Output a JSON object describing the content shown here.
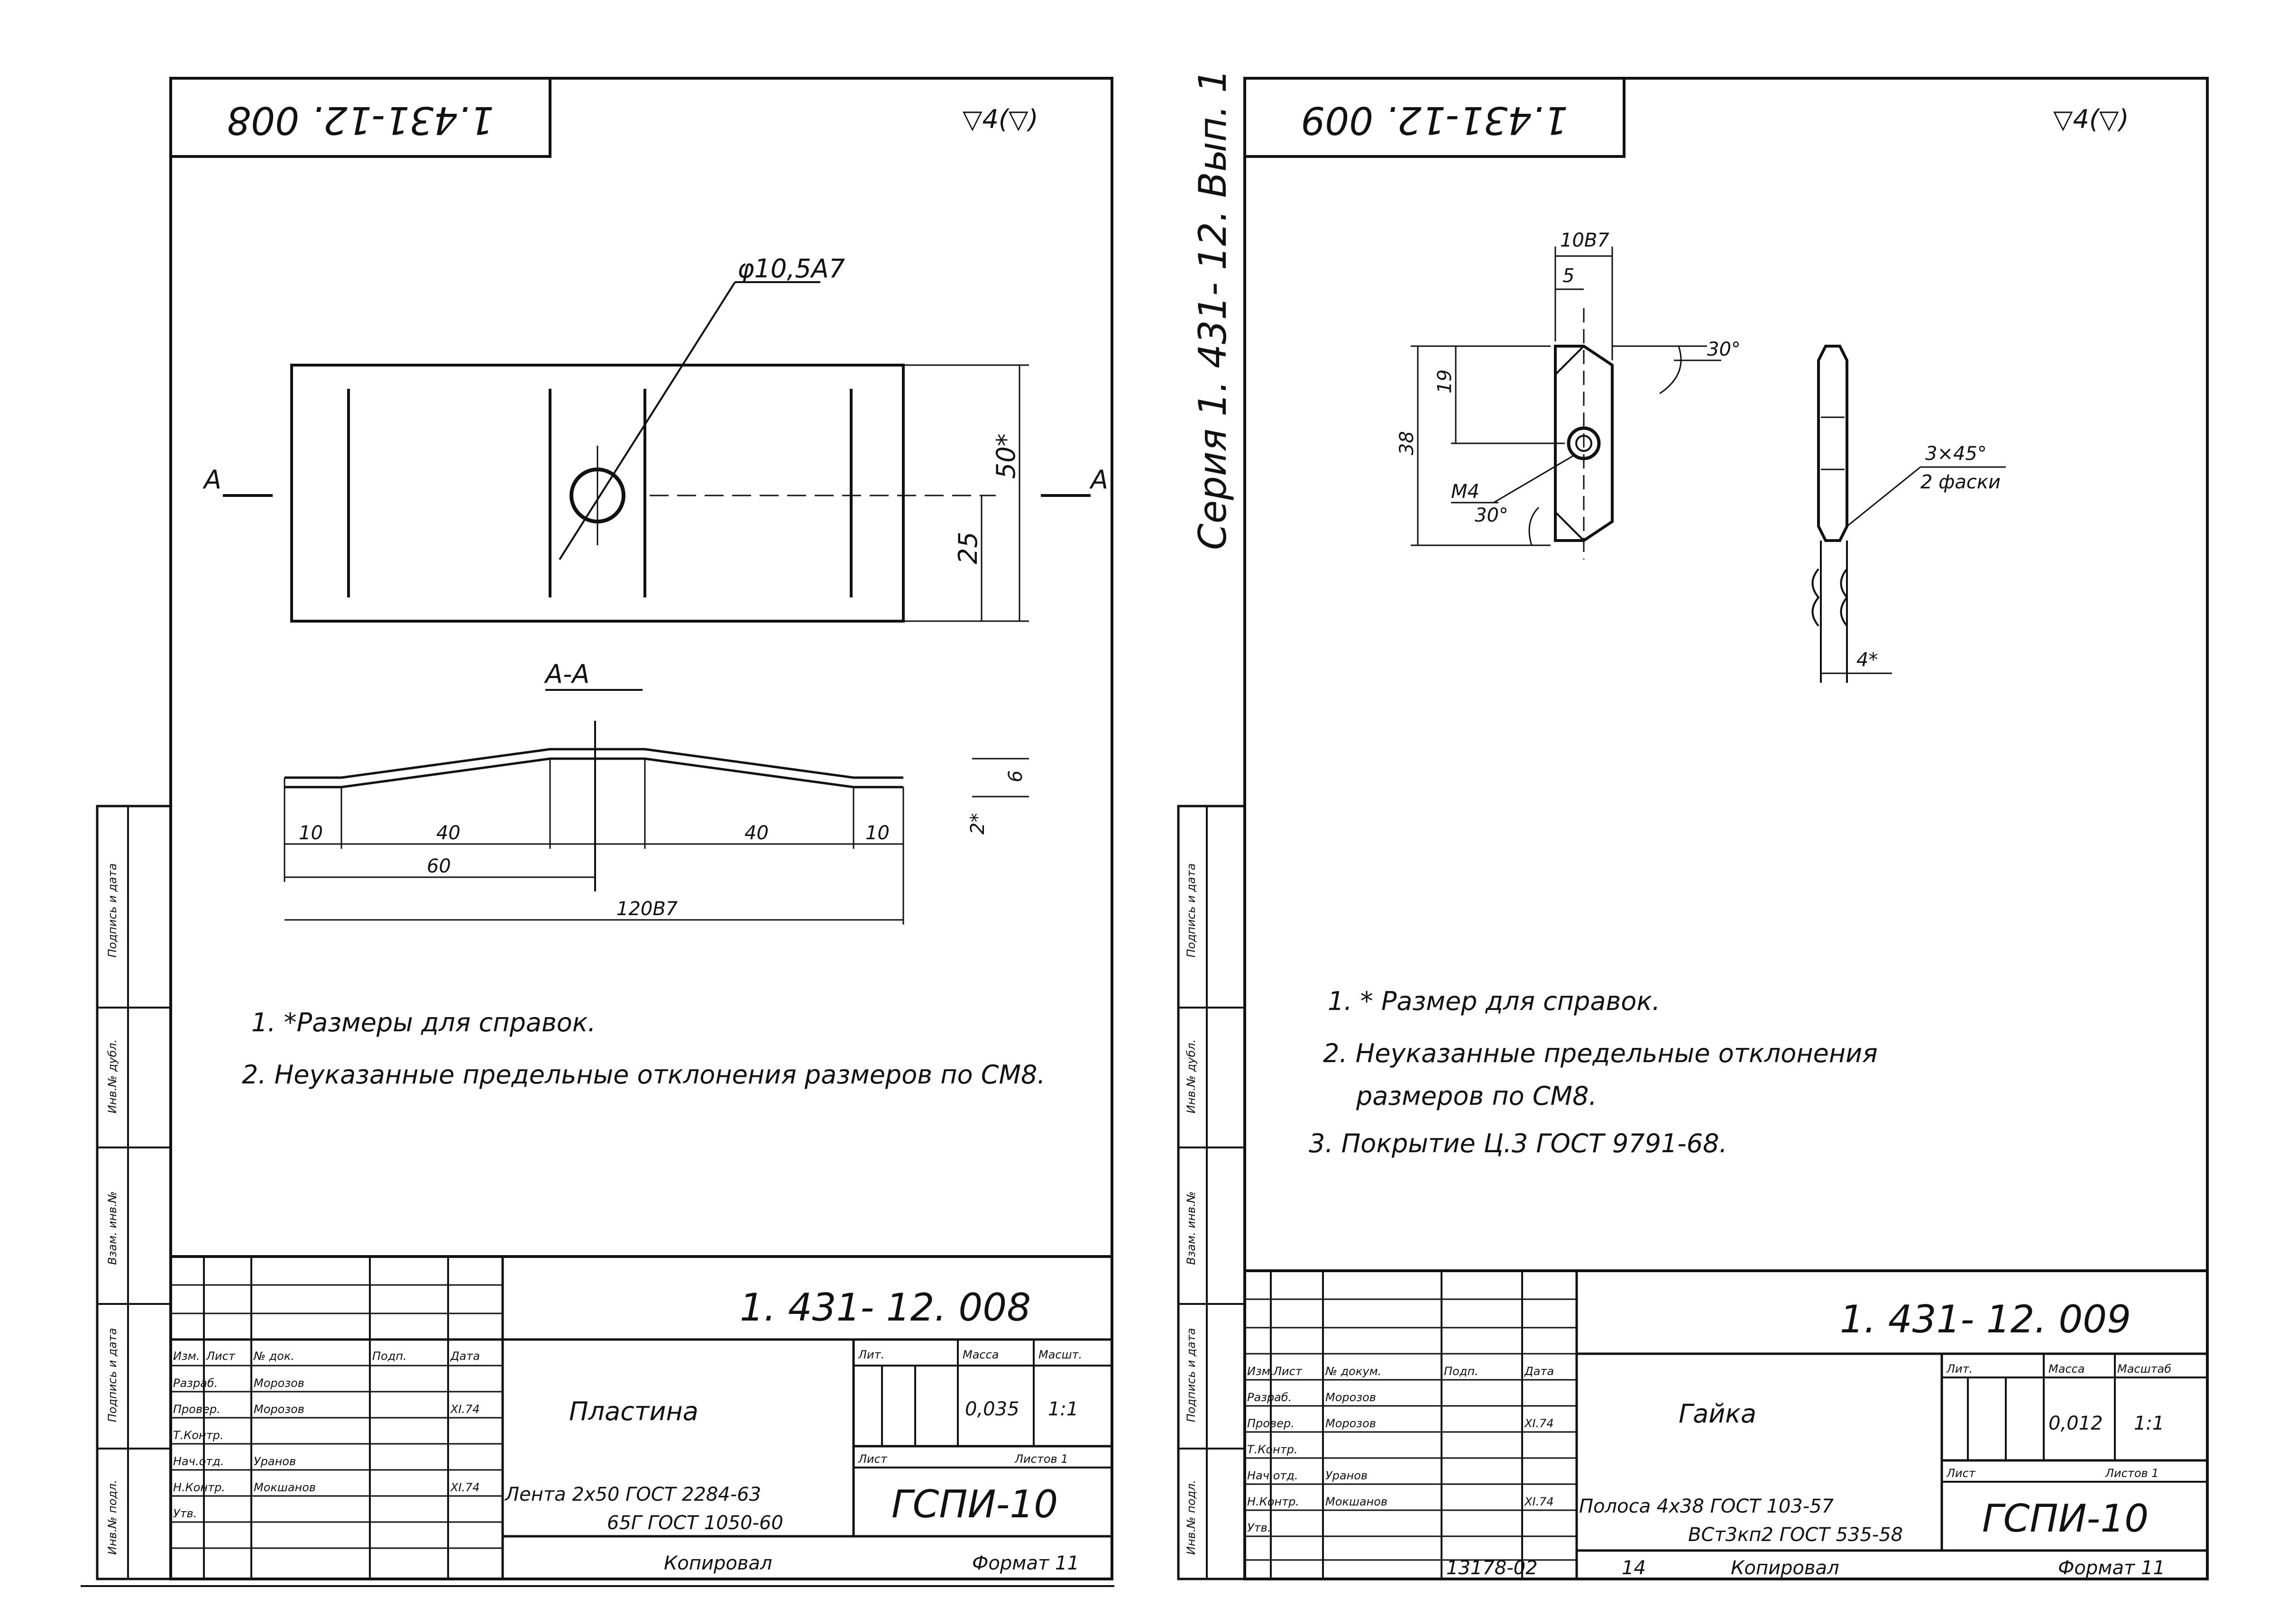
{
  "series_vertical": "Серия 1. 431- 12. Вып. 1",
  "left_sheet": {
    "code_corner": "1.431-12. 008",
    "roughness": "▽4(▽)",
    "dims": {
      "hole": "φ10,5А7",
      "height": "50*",
      "half_height": "25",
      "section_label": "А-А",
      "mark_a_left": "А",
      "mark_a_right": "А",
      "d10a": "10",
      "d40a": "40",
      "d40b": "40",
      "d10b": "10",
      "d60": "60",
      "d120": "120В7",
      "d6": "6",
      "d2": "2*"
    },
    "notes": [
      "1. *Размеры для справок.",
      "2. Неуказанные предельные отклонения размеров по СМ8."
    ],
    "title_block": {
      "code": "1. 431- 12. 008",
      "name": "Пластина",
      "material_line1": "Лента 2х50 ГОСТ 2284-63",
      "material_line2": "65Г ГОСТ 1050-60",
      "org": "ГСПИ-10",
      "lit_label": "Лит.",
      "mass_label": "Масса",
      "scale_label": "Масшт.",
      "mass": "0,035",
      "scale": "1:1",
      "sheet_label": "Лист",
      "sheets_label": "Листов 1",
      "row_labels": [
        "Изм.",
        "Лист",
        "№ док.",
        "Подп.",
        "Дата"
      ],
      "roles": [
        "Разраб.",
        "Провер.",
        "Т.Контр.",
        "Нач.отд.",
        "Н.Контр.",
        "Утв."
      ],
      "names": [
        "Морозов",
        "Морозов",
        "",
        "Уранов",
        "Мокшанов",
        ""
      ],
      "dates": [
        "",
        "XI.74",
        "",
        "",
        "XI.74",
        ""
      ],
      "copied": "Копировал",
      "format": "Формат 11"
    }
  },
  "right_sheet": {
    "code_corner": "1.431-12. 009",
    "roughness": "▽4(▽)",
    "dims": {
      "d10": "10В7",
      "d5": "5",
      "d38": "38",
      "d19": "19",
      "a30a": "30°",
      "a30b": "30°",
      "thread": "М4",
      "chamfer": "3×45°",
      "chamfer_note": "2 фаски",
      "d4": "4*"
    },
    "notes": [
      "1. * Размер для справок.",
      "2. Неуказанные предельные отклонения",
      "размеров по СМ8.",
      "3. Покрытие Ц.3 ГОСТ 9791-68."
    ],
    "title_block": {
      "code": "1. 431- 12. 009",
      "name": "Гайка",
      "material_line1": "Полоса 4х38 ГОСТ 103-57",
      "material_line2": "ВСт3кп2 ГОСТ 535-58",
      "org": "ГСПИ-10",
      "lit_label": "Лит.",
      "mass_label": "Масса",
      "scale_label": "Масштаб",
      "mass": "0,012",
      "scale": "1:1",
      "sheet_label": "Лист",
      "sheets_label": "Листов 1",
      "row_labels": [
        "Изм.",
        "Лист",
        "№ докум.",
        "Подп.",
        "Дата"
      ],
      "roles": [
        "Разраб.",
        "Провер.",
        "Т.Контр.",
        "Нач.отд.",
        "Н.Контр.",
        "Утв."
      ],
      "names": [
        "Морозов",
        "Морозов",
        "",
        "Уранов",
        "Мокшанов",
        ""
      ],
      "dates": [
        "",
        "XI.74",
        "",
        "",
        "XI.74",
        ""
      ],
      "footer_num": "13178-02",
      "footer_page": "14",
      "copied": "Копировал",
      "format": "Формат 11"
    }
  },
  "margin_labels": [
    "Инв.№ подл.",
    "Подпись и дата",
    "Взам. инв.№",
    "Инв.№ дубл.",
    "Подпись и дата"
  ]
}
